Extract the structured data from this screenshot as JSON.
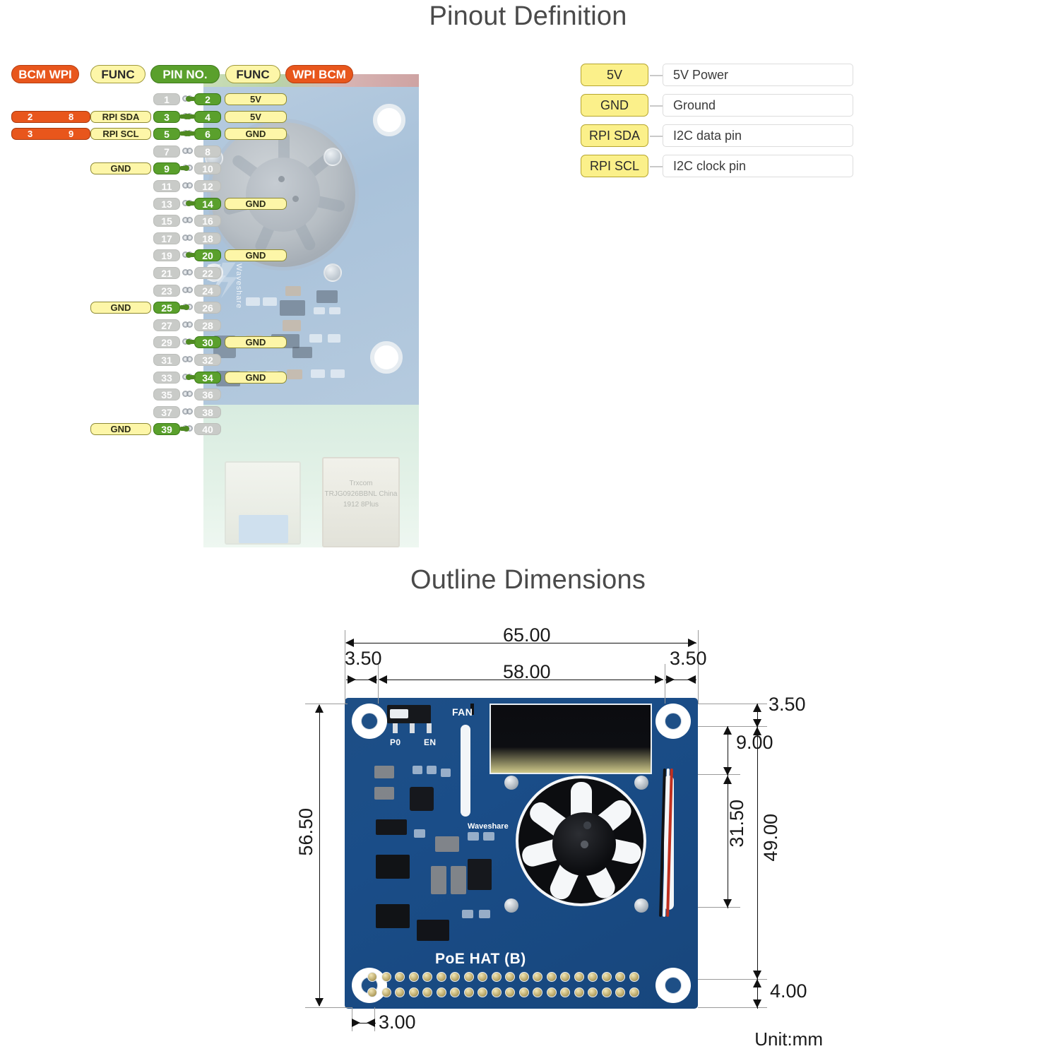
{
  "sections": {
    "pinout_title": "Pinout Definition",
    "outline_title": "Outline Dimensions"
  },
  "pinout": {
    "headers": {
      "left_bcm_wpi": "BCM  WPI",
      "left_func": "FUNC",
      "pin_no": "PIN NO.",
      "right_func": "FUNC",
      "right_wpi_bcm": "WPI  BCM"
    },
    "rows": [
      {
        "left_num": "1",
        "right_num": "2",
        "left_active": false,
        "right_active": true,
        "left_func": "",
        "right_func": "5V",
        "bcm": "",
        "wpi": ""
      },
      {
        "left_num": "3",
        "right_num": "4",
        "left_active": true,
        "right_active": true,
        "left_func": "RPI SDA",
        "right_func": "5V",
        "bcm": "2",
        "wpi": "8"
      },
      {
        "left_num": "5",
        "right_num": "6",
        "left_active": true,
        "right_active": true,
        "left_func": "RPI SCL",
        "right_func": "GND",
        "bcm": "3",
        "wpi": "9"
      },
      {
        "left_num": "7",
        "right_num": "8",
        "left_active": false,
        "right_active": false,
        "left_func": "",
        "right_func": "",
        "bcm": "",
        "wpi": ""
      },
      {
        "left_num": "9",
        "right_num": "10",
        "left_active": true,
        "right_active": false,
        "left_func": "GND",
        "right_func": "",
        "bcm": "",
        "wpi": ""
      },
      {
        "left_num": "11",
        "right_num": "12",
        "left_active": false,
        "right_active": false,
        "left_func": "",
        "right_func": "",
        "bcm": "",
        "wpi": ""
      },
      {
        "left_num": "13",
        "right_num": "14",
        "left_active": false,
        "right_active": true,
        "left_func": "",
        "right_func": "GND",
        "bcm": "",
        "wpi": ""
      },
      {
        "left_num": "15",
        "right_num": "16",
        "left_active": false,
        "right_active": false,
        "left_func": "",
        "right_func": "",
        "bcm": "",
        "wpi": ""
      },
      {
        "left_num": "17",
        "right_num": "18",
        "left_active": false,
        "right_active": false,
        "left_func": "",
        "right_func": "",
        "bcm": "",
        "wpi": ""
      },
      {
        "left_num": "19",
        "right_num": "20",
        "left_active": false,
        "right_active": true,
        "left_func": "",
        "right_func": "GND",
        "bcm": "",
        "wpi": ""
      },
      {
        "left_num": "21",
        "right_num": "22",
        "left_active": false,
        "right_active": false,
        "left_func": "",
        "right_func": "",
        "bcm": "",
        "wpi": ""
      },
      {
        "left_num": "23",
        "right_num": "24",
        "left_active": false,
        "right_active": false,
        "left_func": "",
        "right_func": "",
        "bcm": "",
        "wpi": ""
      },
      {
        "left_num": "25",
        "right_num": "26",
        "left_active": true,
        "right_active": false,
        "left_func": "GND",
        "right_func": "",
        "bcm": "",
        "wpi": ""
      },
      {
        "left_num": "27",
        "right_num": "28",
        "left_active": false,
        "right_active": false,
        "left_func": "",
        "right_func": "",
        "bcm": "",
        "wpi": ""
      },
      {
        "left_num": "29",
        "right_num": "30",
        "left_active": false,
        "right_active": true,
        "left_func": "",
        "right_func": "GND",
        "bcm": "",
        "wpi": ""
      },
      {
        "left_num": "31",
        "right_num": "32",
        "left_active": false,
        "right_active": false,
        "left_func": "",
        "right_func": "",
        "bcm": "",
        "wpi": ""
      },
      {
        "left_num": "33",
        "right_num": "34",
        "left_active": false,
        "right_active": true,
        "left_func": "",
        "right_func": "GND",
        "bcm": "",
        "wpi": ""
      },
      {
        "left_num": "35",
        "right_num": "36",
        "left_active": false,
        "right_active": false,
        "left_func": "",
        "right_func": "",
        "bcm": "",
        "wpi": ""
      },
      {
        "left_num": "37",
        "right_num": "38",
        "left_active": false,
        "right_active": false,
        "left_func": "",
        "right_func": "",
        "bcm": "",
        "wpi": ""
      },
      {
        "left_num": "39",
        "right_num": "40",
        "left_active": true,
        "right_active": false,
        "left_func": "GND",
        "right_func": "",
        "bcm": "",
        "wpi": ""
      }
    ],
    "legend": [
      {
        "tag": "5V",
        "desc": "5V Power"
      },
      {
        "tag": "GND",
        "desc": "Ground"
      },
      {
        "tag": "RPI SDA",
        "desc": "I2C data pin"
      },
      {
        "tag": "RPI SCL",
        "desc": "I2C clock pin"
      }
    ],
    "board_photo": {
      "ethernet_text": "Trxcom\nTRJG0926BBNL\nChina  1912\n8Plus",
      "waveshare": "Waveshare"
    },
    "colors": {
      "orange": "#e8561c",
      "yellow": "#fdf6a8",
      "green": "#5aa02c",
      "grey": "#c9cbc8"
    }
  },
  "outline": {
    "dimensions": {
      "total_width": "65.00",
      "inner_width": "58.00",
      "left_inset": "3.50",
      "right_inset": "3.50",
      "total_height": "56.50",
      "bottom_inset": "3.00",
      "top_right": "3.50",
      "oled_height": "9.00",
      "fan_height": "31.50",
      "right_total": "49.00",
      "bottom_right": "4.00"
    },
    "unit": "Unit:mm",
    "board_labels": {
      "fan": "FAN",
      "p0": "P0",
      "en": "EN",
      "silkscreen": "PoE HAT (B)",
      "brand": "Waveshare"
    },
    "colors": {
      "pcb": "#1e4f86",
      "fan": "#0c0d10",
      "oled": "#0b0c10"
    }
  }
}
